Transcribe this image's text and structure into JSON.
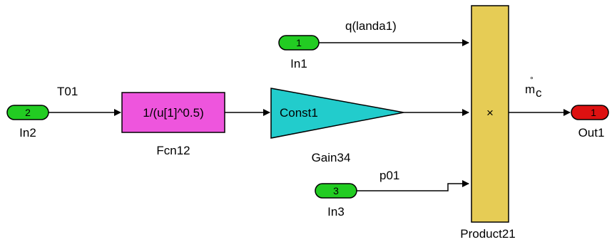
{
  "colors": {
    "inport_fill": "#22cc22",
    "outport_fill": "#dd1111",
    "fcn_fill": "#ee55dd",
    "gain_fill": "#22cccc",
    "product_fill": "#e6cc55",
    "line": "#000000"
  },
  "blocks": {
    "in1": {
      "number": "1",
      "name": "In1"
    },
    "in2": {
      "number": "2",
      "name": "In2"
    },
    "in3": {
      "number": "3",
      "name": "In3"
    },
    "out1": {
      "number": "1",
      "name": "Out1"
    },
    "fcn12": {
      "expression": "1/(u[1]^0.5)",
      "name": "Fcn12"
    },
    "gain34": {
      "value": "Const1",
      "name": "Gain34"
    },
    "product21": {
      "symbol": "×",
      "name": "Product21"
    }
  },
  "signals": {
    "in1_to_product": "q(landa1)",
    "in2_to_fcn": "T01",
    "in3_to_product": "p01",
    "product_to_out": {
      "base": "m",
      "subscript": "c",
      "accent": "°"
    }
  }
}
